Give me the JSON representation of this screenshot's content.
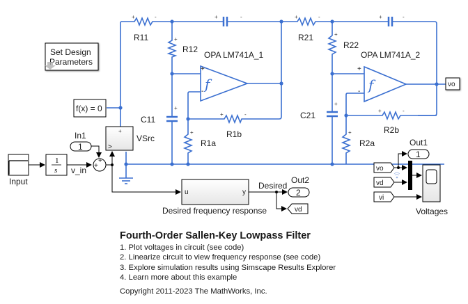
{
  "model": {
    "title": "Fourth-Order Sallen-Key Lowpass Filter",
    "items": [
      "1. Plot voltages in circuit (see code)",
      "2. Linearize circuit to view frequency response (see code)",
      "3. Explore simulation results using Simscape Results Explorer",
      "4. Learn more about this example"
    ],
    "copyright": "Copyright 2011-2023 The MathWorks, Inc."
  },
  "blocks": {
    "set_params": {
      "line1": "Set Design",
      "line2": "Parameters"
    },
    "solver": "f(x) = 0",
    "input": "Input",
    "integrator_num": "1",
    "integrator_den": "s",
    "in1_label": "In1",
    "in1_port": "1",
    "v_in": "v_in",
    "vsrc": "VSrc",
    "vsrc_in": ">",
    "desired_block": "Desired frequency response",
    "desired_u": "u",
    "desired_y": "y",
    "desired_signal": "Desired",
    "out2_label": "Out2",
    "out2_port": "2",
    "vd_goto": "vd",
    "out1_label": "Out1",
    "out1_port": "1",
    "from_vo": "vo",
    "from_vd": "vd",
    "from_vi": "vi",
    "scope": "Voltages",
    "vo_goto": "vo"
  },
  "components": {
    "R11": "R11",
    "R12": "R12",
    "C11": "C11",
    "R1a": "R1a",
    "R1b": "R1b",
    "opa1": "OPA LM741A_1",
    "R21": "R21",
    "R22": "R22",
    "C21": "C21",
    "R2a": "R2a",
    "R2b": "R2b",
    "opa2": "OPA LM741A_2",
    "opamp_symbol": "f",
    "plus": "+",
    "minus": "-"
  },
  "colors": {
    "physical_wire": "#3a6fd0",
    "signal_wire": "#000000"
  }
}
